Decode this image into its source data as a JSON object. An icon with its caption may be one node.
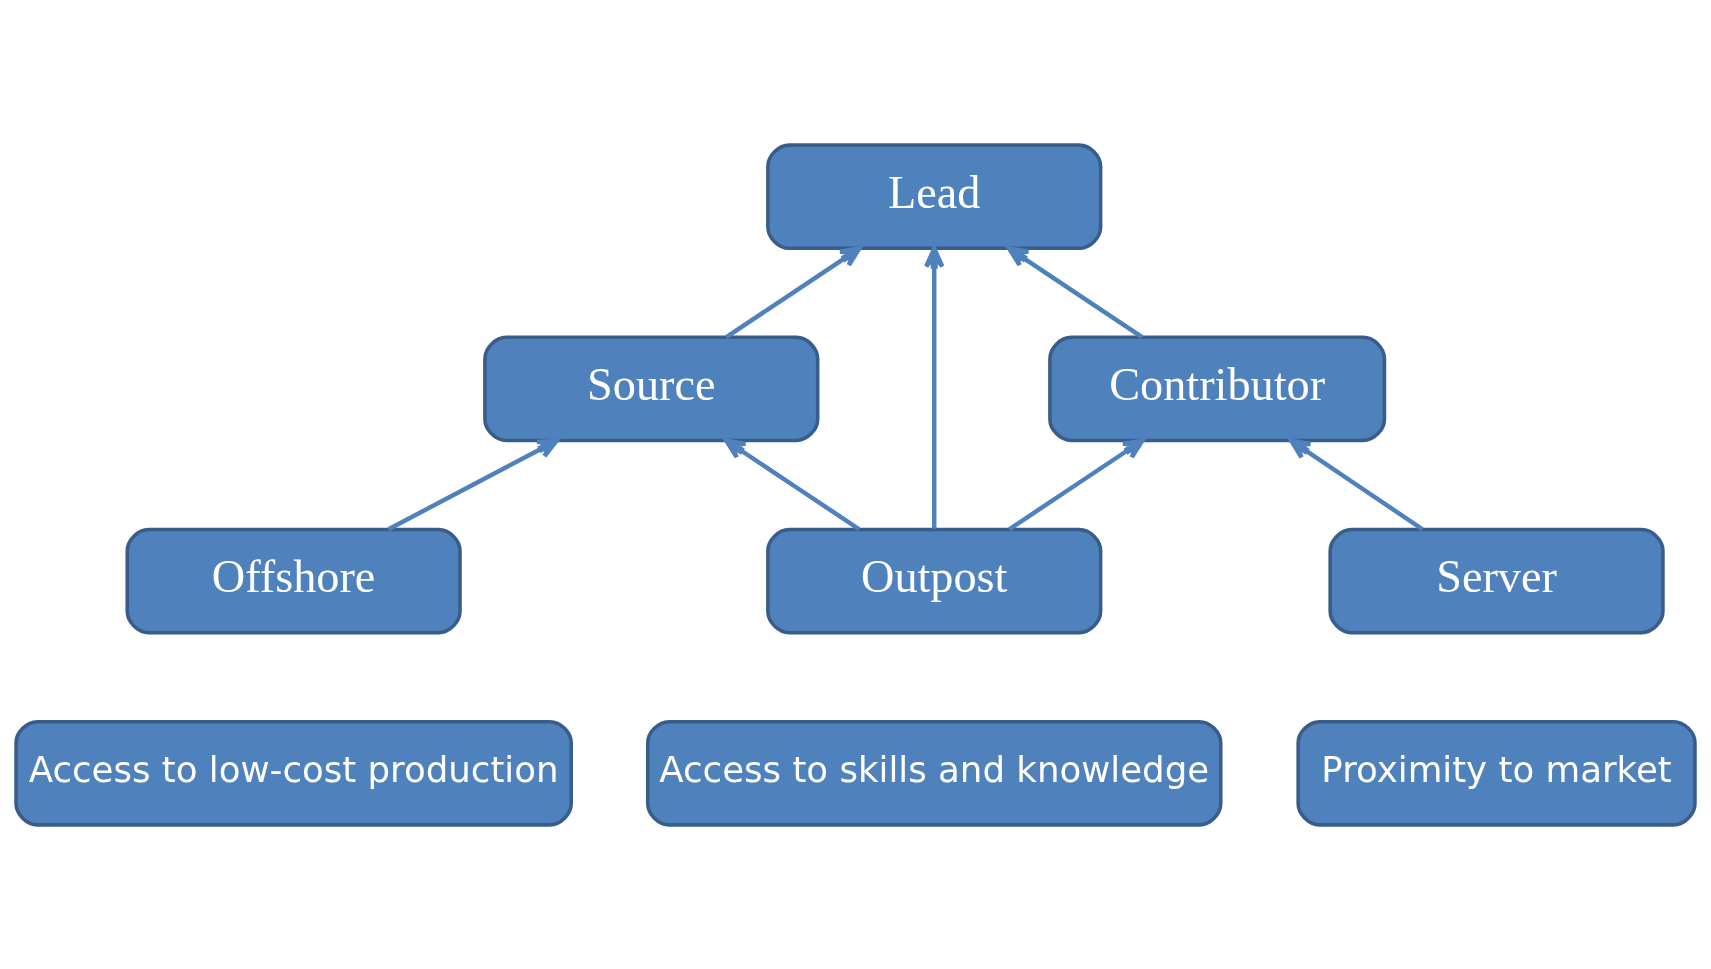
{
  "diagram": {
    "nodes": [
      {
        "text": [
          "Lead"
        ]
      },
      {
        "text": [
          "Source"
        ]
      },
      {
        "text": [
          "Contributor"
        ]
      },
      {
        "text": [
          "Offshore"
        ]
      },
      {
        "text": [
          "Outpost"
        ]
      },
      {
        "text": [
          "Server"
        ]
      },
      {
        "text": [
          "Access to low-cost production"
        ]
      },
      {
        "text": [
          "Access to skills and knowledge"
        ]
      },
      {
        "text": [
          "Proximity to market"
        ]
      }
    ],
    "edges": [
      {
        "from": 1,
        "to": 0,
        "arrow": "to"
      },
      {
        "from": 4,
        "to": 0,
        "arrow": "to"
      },
      {
        "from": 2,
        "to": 0,
        "arrow": "to"
      },
      {
        "from": 3,
        "to": 1,
        "arrow": "to"
      },
      {
        "from": 4,
        "to": 1,
        "arrow": "to"
      },
      {
        "from": 4,
        "to": 2,
        "arrow": "to"
      },
      {
        "from": 5,
        "to": 2,
        "arrow": "to"
      }
    ]
  }
}
